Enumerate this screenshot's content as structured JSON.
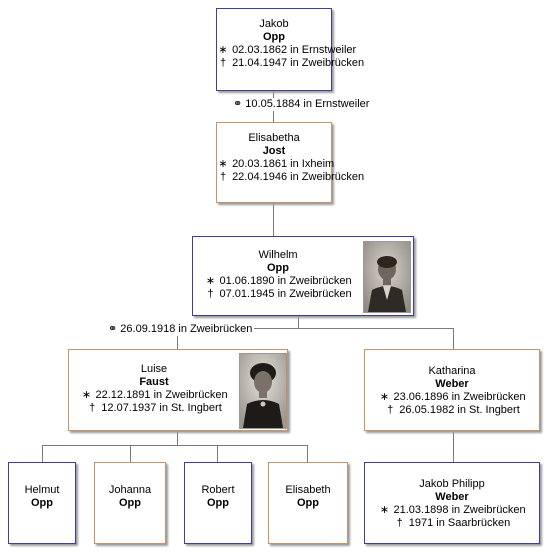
{
  "people": {
    "jakob": {
      "given": "Jakob",
      "surname": "Opp",
      "birth": "02.03.1862 in Ernstweiler",
      "death": "21.04.1947 in Zweibrücken"
    },
    "elisabetha": {
      "given": "Elisabetha",
      "surname": "Jost",
      "birth": "20.03.1861 in Ixheim",
      "death": "22.04.1946 in Zweibrücken"
    },
    "wilhelm": {
      "given": "Wilhelm",
      "surname": "Opp",
      "birth": "01.06.1890 in Zweibrücken",
      "death": "07.01.1945 in Zweibrücken"
    },
    "luise": {
      "given": "Luise",
      "surname": "Faust",
      "birth": "22.12.1891 in Zweibrücken",
      "death": "12.07.1937 in St. Ingbert"
    },
    "katharina": {
      "given": "Katharina",
      "surname": "Weber",
      "birth": "23.06.1896 in Zweibrücken",
      "death": "26.05.1982 in St. Ingbert"
    },
    "helmut": {
      "given": "Helmut",
      "surname": "Opp"
    },
    "johanna": {
      "given": "Johanna",
      "surname": "Opp"
    },
    "robert": {
      "given": "Robert",
      "surname": "Opp"
    },
    "elisabeth": {
      "given": "Elisabeth",
      "surname": "Opp"
    },
    "jakob_philipp": {
      "given": "Jakob Philipp",
      "surname": "Weber",
      "birth": "21.03.1898 in Zweibrücken",
      "death": "1971 in Saarbrücken"
    }
  },
  "marriages": {
    "m1": "10.05.1884 in Ernstweiler",
    "m2": "26.09.1918 in Zweibrücken"
  },
  "symbols": {
    "birth": "∗",
    "death": "†",
    "marriage": "⚭"
  },
  "colors": {
    "male_border": "#3b3fa0",
    "female_border": "#c8926a",
    "connector": "#7a7a7a"
  }
}
